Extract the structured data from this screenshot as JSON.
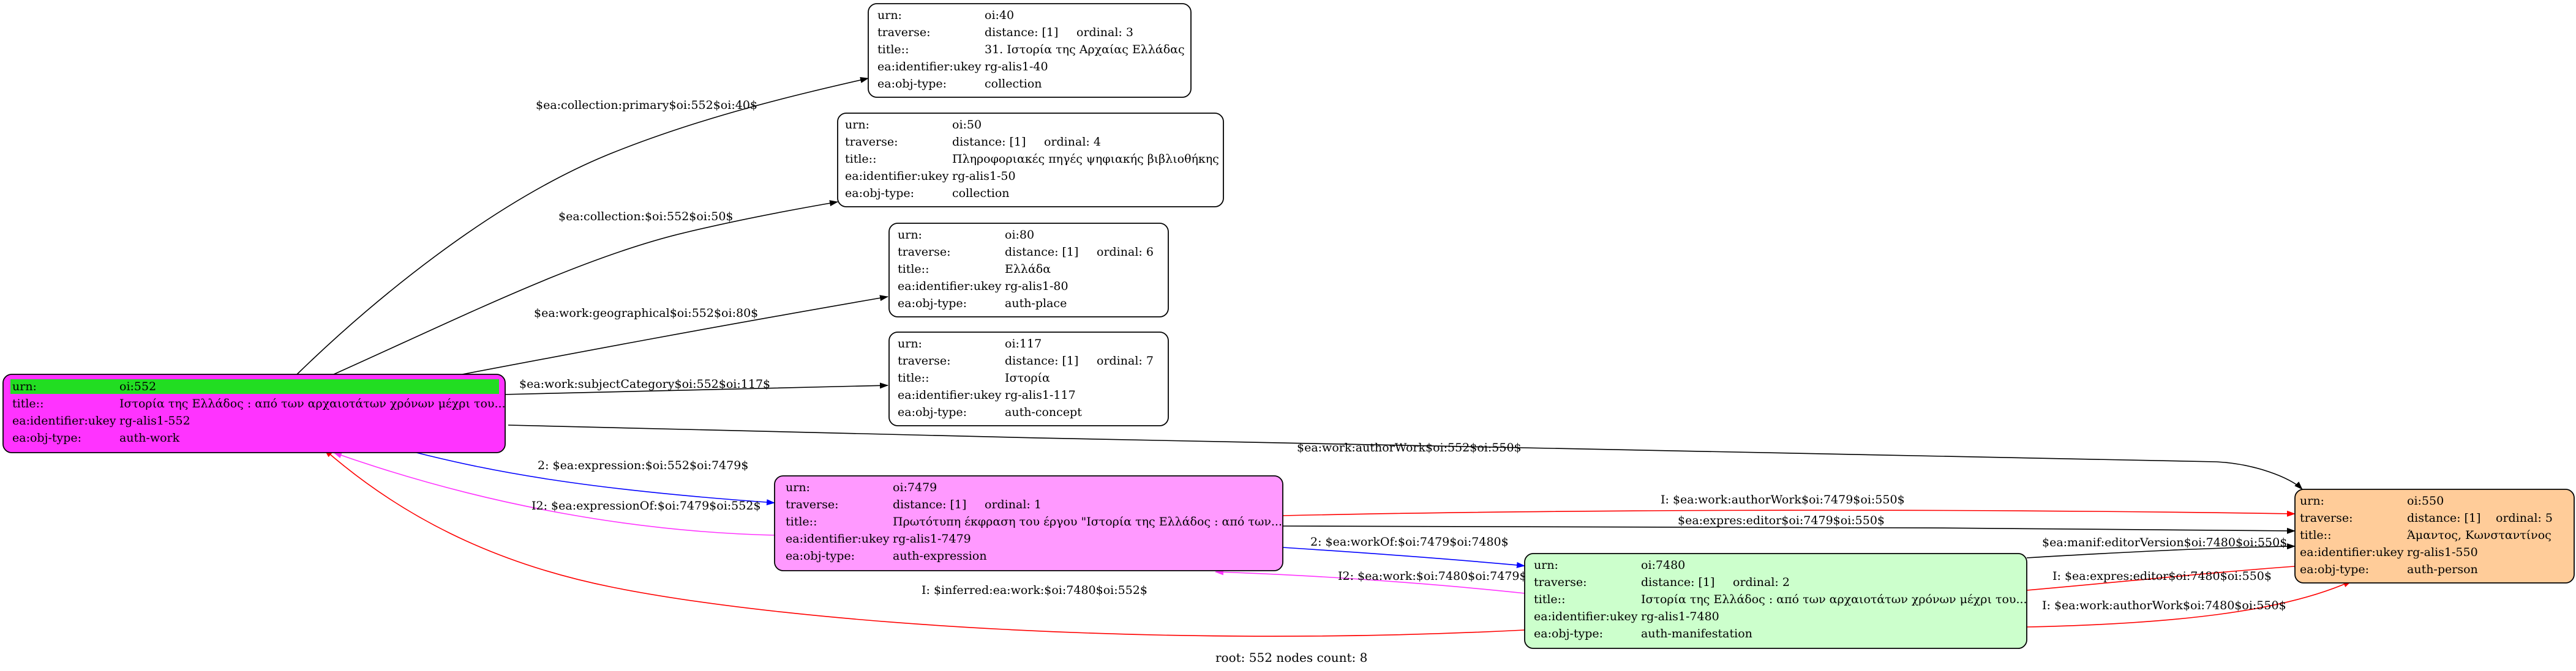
{
  "colors": {
    "root_fill": "#ff33ff",
    "root_urn_highlight": "#22dd22",
    "expression_fill": "#ff99ff",
    "manifestation_fill": "#ccffcc",
    "person_fill": "#ffcc99",
    "plain_fill": "#ffffff",
    "edge_black": "#000000",
    "edge_blue": "#0000ff",
    "edge_magenta": "#ff33ff",
    "edge_red": "#ff0000"
  },
  "nodes": {
    "oi40": {
      "rows": [
        [
          "urn:",
          "oi:40",
          ""
        ],
        [
          "traverse:",
          "distance: [1]",
          "ordinal: 3"
        ],
        [
          "title::",
          "31. Ιστορία της Αρχαίας Ελλάδας",
          ""
        ],
        [
          "ea:identifier:ukey",
          "rg-alis1-40",
          ""
        ],
        [
          "ea:obj-type:",
          "collection",
          ""
        ]
      ]
    },
    "oi50": {
      "rows": [
        [
          "urn:",
          "oi:50",
          ""
        ],
        [
          "traverse:",
          "distance: [1]",
          "ordinal: 4"
        ],
        [
          "title::",
          "Πληροφοριακές πηγές ψηφιακής βιβλιοθήκης",
          ""
        ],
        [
          "ea:identifier:ukey",
          "rg-alis1-50",
          ""
        ],
        [
          "ea:obj-type:",
          "collection",
          ""
        ]
      ]
    },
    "oi80": {
      "rows": [
        [
          "urn:",
          "oi:80",
          ""
        ],
        [
          "traverse:",
          "distance: [1]",
          "ordinal: 6"
        ],
        [
          "title::",
          "Ελλάδα",
          ""
        ],
        [
          "ea:identifier:ukey",
          "rg-alis1-80",
          ""
        ],
        [
          "ea:obj-type:",
          "auth-place",
          ""
        ]
      ]
    },
    "oi117": {
      "rows": [
        [
          "urn:",
          "oi:117",
          ""
        ],
        [
          "traverse:",
          "distance: [1]",
          "ordinal: 7"
        ],
        [
          "title::",
          "Ιστορία",
          ""
        ],
        [
          "ea:identifier:ukey",
          "rg-alis1-117",
          ""
        ],
        [
          "ea:obj-type:",
          "auth-concept",
          ""
        ]
      ]
    },
    "oi552": {
      "rows": [
        [
          "urn:",
          "oi:552",
          ""
        ],
        [
          "title::",
          "Ιστορία της Ελλάδος : από των αρχαιοτάτων χρόνων μέχρι του...",
          ""
        ],
        [
          "ea:identifier:ukey",
          "rg-alis1-552",
          ""
        ],
        [
          "ea:obj-type:",
          "auth-work",
          ""
        ]
      ]
    },
    "oi7479": {
      "rows": [
        [
          "urn:",
          "oi:7479",
          ""
        ],
        [
          "traverse:",
          "distance: [1]",
          "ordinal: 1"
        ],
        [
          "title::",
          "Πρωτότυπη έκφραση του έργου \"Ιστορία της Ελλάδος : από των...",
          ""
        ],
        [
          "ea:identifier:ukey",
          "rg-alis1-7479",
          ""
        ],
        [
          "ea:obj-type:",
          "auth-expression",
          ""
        ]
      ]
    },
    "oi7480": {
      "rows": [
        [
          "urn:",
          "oi:7480",
          ""
        ],
        [
          "traverse:",
          "distance: [1]",
          "ordinal: 2"
        ],
        [
          "title::",
          "Ιστορία της Ελλάδος : από των αρχαιοτάτων χρόνων μέχρι του...",
          ""
        ],
        [
          "ea:identifier:ukey",
          "rg-alis1-7480",
          ""
        ],
        [
          "ea:obj-type:",
          "auth-manifestation",
          ""
        ]
      ]
    },
    "oi550": {
      "rows": [
        [
          "urn:",
          "oi:550",
          ""
        ],
        [
          "traverse:",
          "distance: [1]",
          "ordinal: 5"
        ],
        [
          "title::",
          "Άμαντος, Κωνσταντίνος",
          ""
        ],
        [
          "ea:identifier:ukey",
          "rg-alis1-550",
          ""
        ],
        [
          "ea:obj-type:",
          "auth-person",
          ""
        ]
      ]
    }
  },
  "edges": [
    {
      "id": "e-collection-primary",
      "label": "$ea:collection:primary$oi:552$oi:40$",
      "color": "black"
    },
    {
      "id": "e-collection",
      "label": "$ea:collection:$oi:552$oi:50$",
      "color": "black"
    },
    {
      "id": "e-geographical",
      "label": "$ea:work:geographical$oi:552$oi:80$",
      "color": "black"
    },
    {
      "id": "e-subjectcategory",
      "label": "$ea:work:subjectCategory$oi:552$oi:117$",
      "color": "black"
    },
    {
      "id": "e-authorwork-552",
      "label": "$ea:work:authorWork$oi:552$oi:550$",
      "color": "black"
    },
    {
      "id": "e-expression",
      "label": "2: $ea:expression:$oi:552$oi:7479$",
      "color": "blue"
    },
    {
      "id": "e-expressionof",
      "label": "I2: $ea:expressionOf:$oi:7479$oi:552$",
      "color": "magenta"
    },
    {
      "id": "e-inferred-authorwork-7479",
      "label": "I: $ea:work:authorWork$oi:7479$oi:550$",
      "color": "red"
    },
    {
      "id": "e-expres-editor-7479",
      "label": "$ea:expres:editor$oi:7479$oi:550$",
      "color": "black"
    },
    {
      "id": "e-workof",
      "label": "2: $ea:workOf:$oi:7479$oi:7480$",
      "color": "blue"
    },
    {
      "id": "e-work-7480",
      "label": "I2: $ea:work:$oi:7480$oi:7479$",
      "color": "magenta"
    },
    {
      "id": "e-manif-editorversion",
      "label": "$ea:manif:editorVersion$oi:7480$oi:550$",
      "color": "black"
    },
    {
      "id": "e-inferred-expres-editor",
      "label": "I: $ea:expres:editor$oi:7480$oi:550$",
      "color": "red"
    },
    {
      "id": "e-inferred-authorwork-7480",
      "label": "I: $ea:work:authorWork$oi:7480$oi:550$",
      "color": "red"
    },
    {
      "id": "e-inferred-work-7480-552",
      "label": "I: $inferred:ea:work:$oi:7480$oi:552$",
      "color": "red"
    }
  ],
  "footer": "root: 552 nodes count: 8"
}
